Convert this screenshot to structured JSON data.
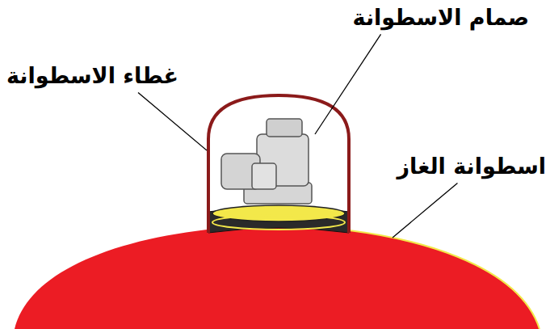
{
  "diagram": {
    "labels": [
      "صمام الاسطوانة",
      "غطاء الاسطوانة",
      "اسطوانة الغاز"
    ]
  }
}
